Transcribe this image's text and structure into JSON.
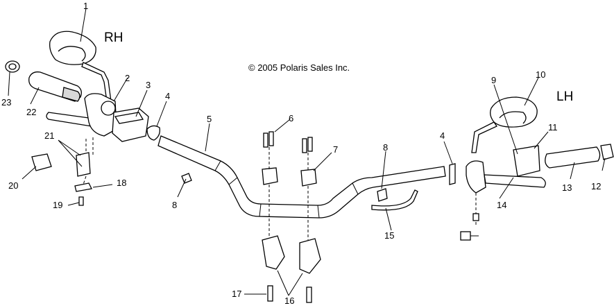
{
  "copyright": "© 2005 Polaris Sales Inc.",
  "side_labels": {
    "right": "RH",
    "left": "LH"
  },
  "callouts": [
    "1",
    "2",
    "3",
    "4",
    "4",
    "5",
    "6",
    "7",
    "8",
    "8",
    "9",
    "10",
    "11",
    "12",
    "13",
    "14",
    "15",
    "16",
    "17",
    "18",
    "19",
    "20",
    "21",
    "22",
    "23"
  ]
}
